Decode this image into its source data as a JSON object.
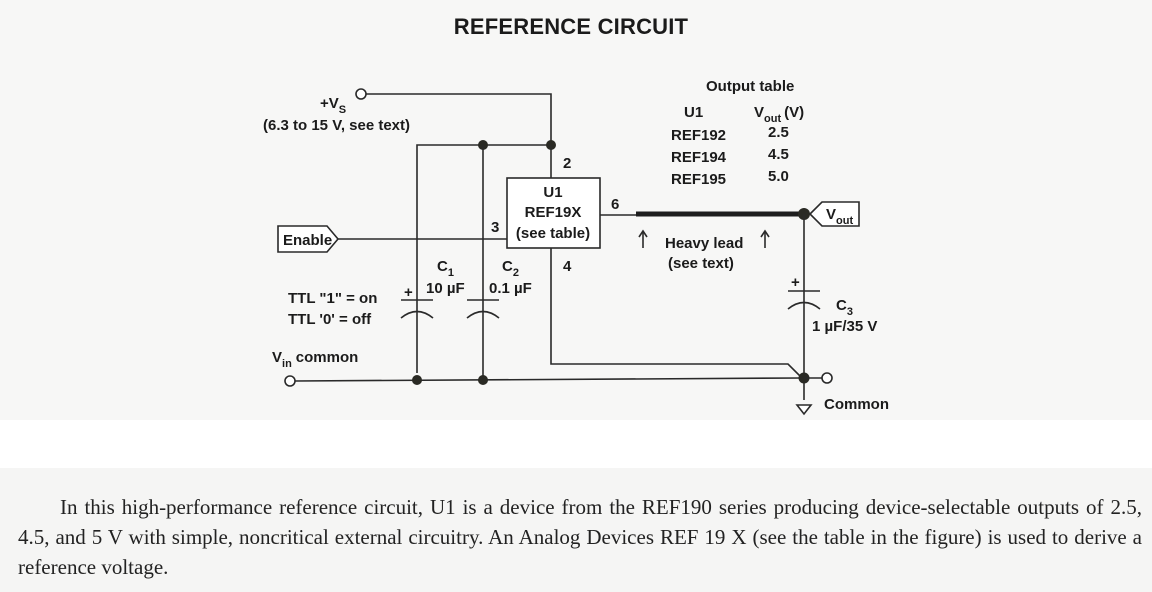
{
  "title": "REFERENCE CIRCUIT",
  "supply": {
    "label_main": "+V",
    "label_sub": "S",
    "range": "(6.3 to 15 V, see text)"
  },
  "ic": {
    "line1": "U1",
    "line2": "REF19X",
    "line3": "(see table)",
    "pins": {
      "supply": "2",
      "enable": "3",
      "ground": "4",
      "output": "6"
    }
  },
  "enable": {
    "label": "Enable",
    "note_line1": "TTL \"1\" = on",
    "note_line2": "TTL '0' = off"
  },
  "capacitors": [
    {
      "name_main": "C",
      "name_sub": "1",
      "value": "10 µF",
      "polarity": "+"
    },
    {
      "name_main": "C",
      "name_sub": "2",
      "value": "0.1 µF",
      "polarity": ""
    },
    {
      "name_main": "C",
      "name_sub": "3",
      "value": "1 µF/35 V",
      "polarity": "+"
    }
  ],
  "output": {
    "label_main": "V",
    "label_sub": "out",
    "heavy_lead_line1": "Heavy lead",
    "heavy_lead_line2": "(see text)"
  },
  "vin_common": {
    "label_main": "V",
    "label_sub": "in",
    "label_rest": "common"
  },
  "common_label": "Common",
  "output_table": {
    "title": "Output table",
    "headers": {
      "col1": "U1",
      "col2_main": "V",
      "col2_sub": "out",
      "col2_unit": "(V)"
    },
    "rows": [
      {
        "part": "REF192",
        "vout": "2.5"
      },
      {
        "part": "REF194",
        "vout": "4.5"
      },
      {
        "part": "REF195",
        "vout": "5.0"
      }
    ]
  },
  "paragraph": "In this high-performance reference circuit, U1 is a device from the REF190 series producing device-selectable outputs of 2.5, 4.5, and 5 V with simple, noncritical external circuitry. An Analog Devices REF 19 X (see the table in the figure) is used to derive a reference voltage."
}
